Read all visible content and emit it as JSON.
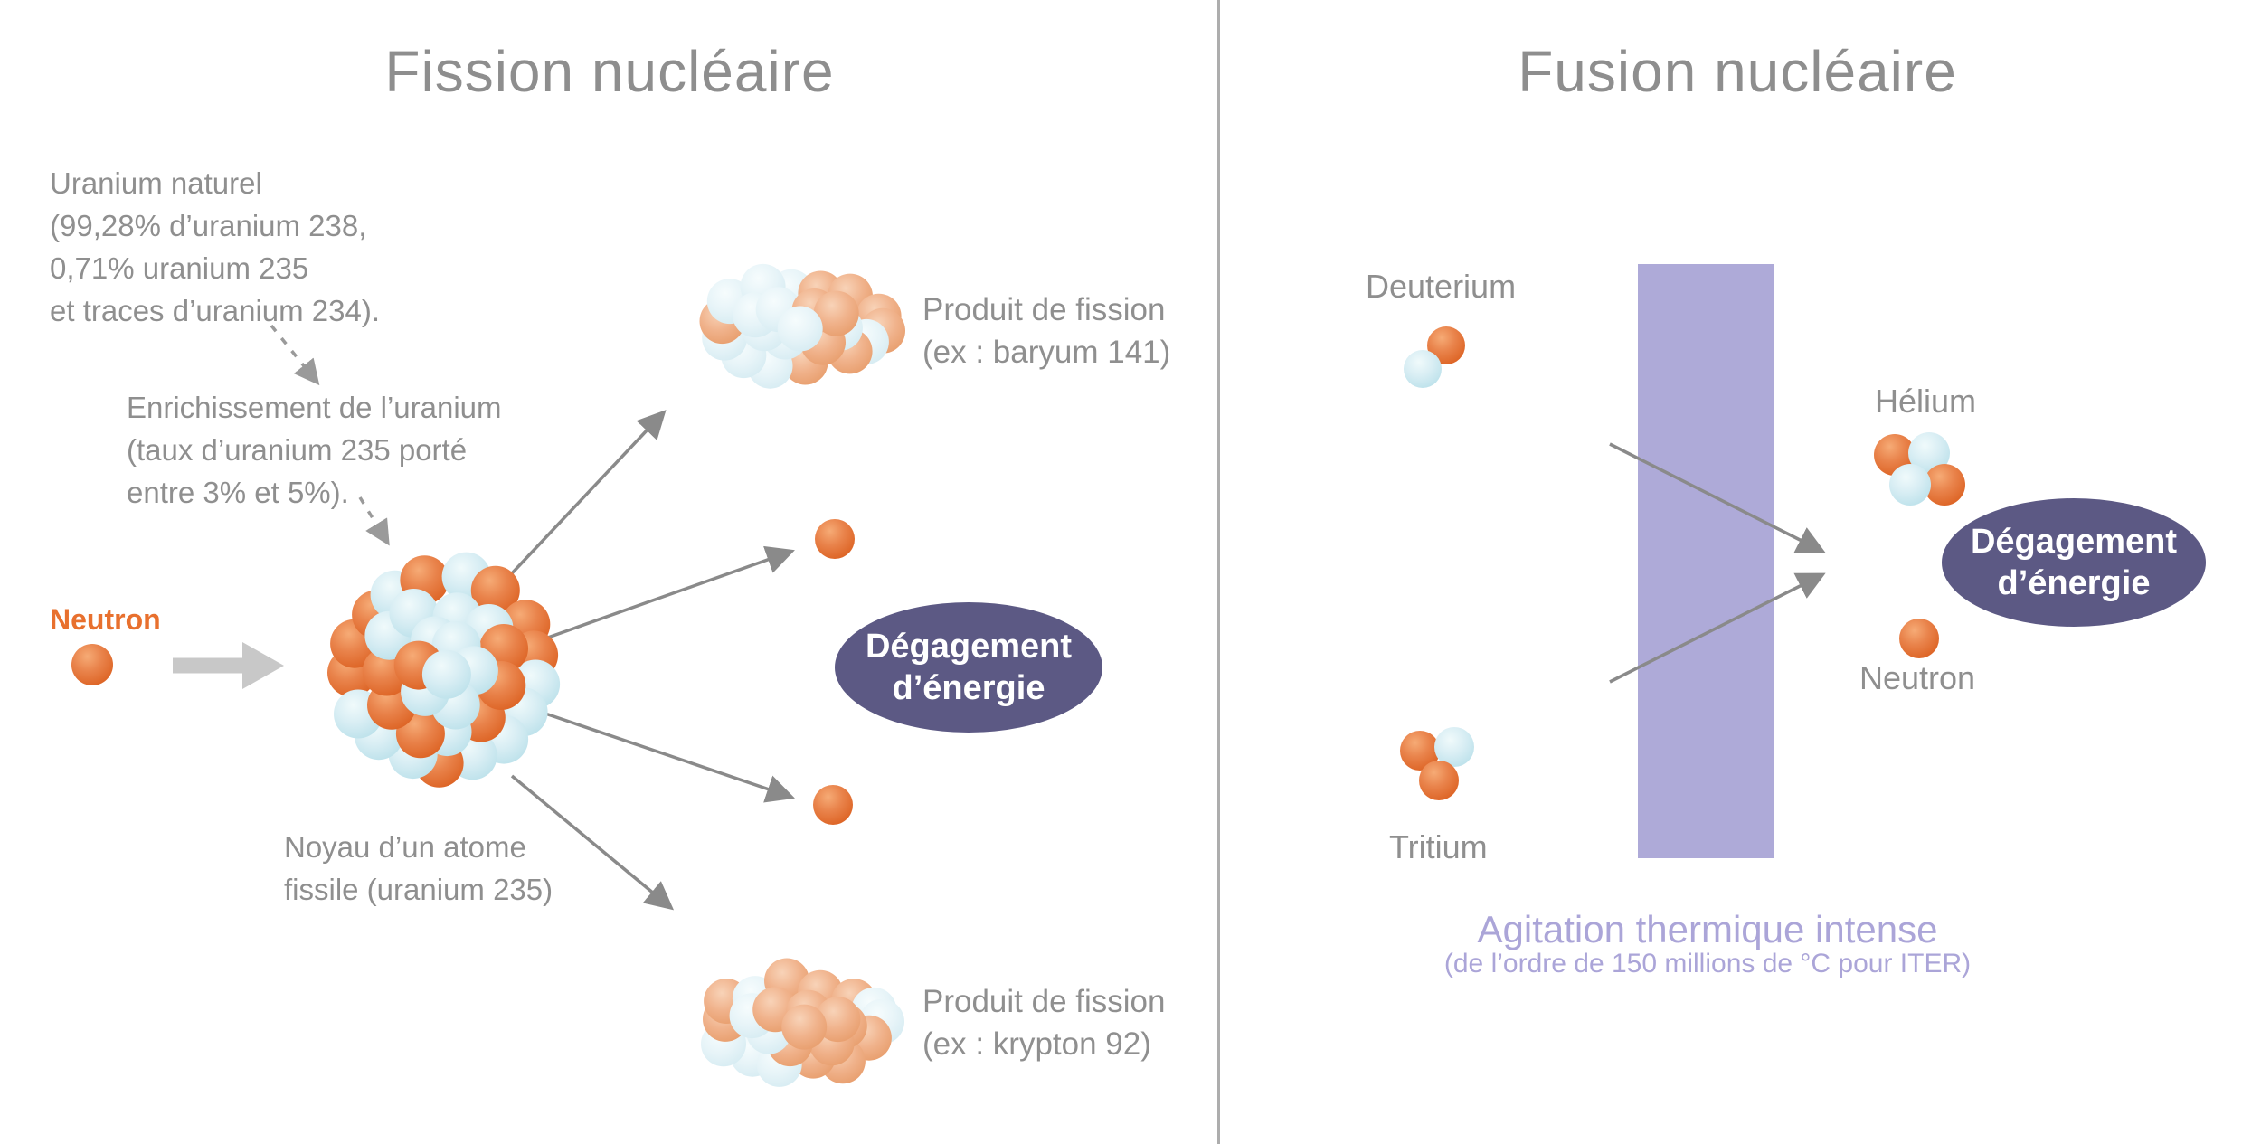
{
  "panels": {
    "fission": {
      "title": "Fission nucléaire",
      "uranium_note": {
        "lines": [
          "Uranium naturel",
          "(99,28% d’uranium 238,",
          "0,71% uranium 235",
          "et traces d’uranium 234)."
        ]
      },
      "enrichment_note": {
        "lines": [
          "Enrichissement de l’uranium",
          "(taux d’uranium 235 porté",
          "entre 3% et 5%)."
        ]
      },
      "neutron_label": "Neutron",
      "nucleus_label": {
        "lines": [
          "Noyau d’un atome",
          "fissile (uranium 235)"
        ]
      },
      "product_top": {
        "lines": [
          "Produit de fission",
          "(ex : baryum 141)"
        ]
      },
      "product_bottom": {
        "lines": [
          "Produit de fission",
          "(ex : krypton 92)"
        ]
      },
      "energy_label": {
        "lines": [
          "Dégagement",
          "d’énergie"
        ]
      }
    },
    "fusion": {
      "title": "Fusion nucléaire",
      "deuterium_label": "Deuterium",
      "tritium_label": "Tritium",
      "helium_label": "Hélium",
      "neutron_label": "Neutron",
      "energy_label": {
        "lines": [
          "Dégagement",
          "d’énergie"
        ]
      },
      "agitation": {
        "title": "Agitation thermique intense",
        "subtitle": "(de l’ordre de 150 millions de °C pour ITER)"
      }
    }
  },
  "colors": {
    "title_gray": "#8e8e8e",
    "text_gray": "#8f8f8f",
    "neutron_orange": "#e8702e",
    "sphere_orange": "#db5f1f",
    "sphere_blue": "#b7dfe9",
    "product_salmon": "#e69a67",
    "product_pale_blue": "#d3eaf1",
    "energy_ellipse": "#5c5984",
    "thermal_bar": "#aeaad8",
    "agitation_text": "#aba5d8",
    "arrow_gray": "#8a8a8a",
    "thick_arrow_gray": "#c8c8c8",
    "divider_gray": "#adadad"
  }
}
